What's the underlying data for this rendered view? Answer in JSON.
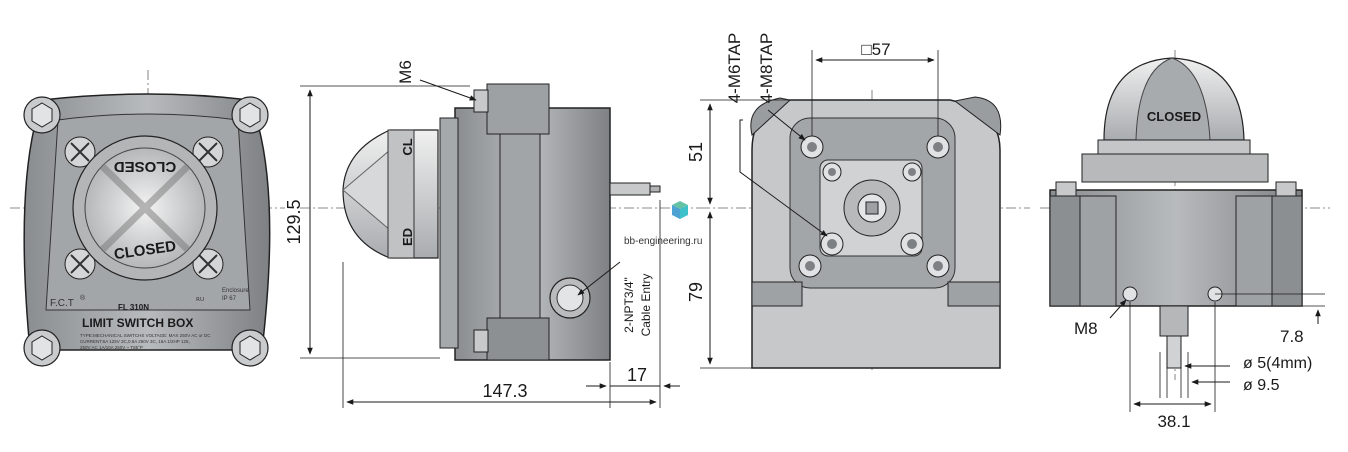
{
  "views": {
    "front": {
      "dome_text_top": "CLOSED",
      "dome_text_bottom": "CLOSED",
      "brand": "F.C.T",
      "brand_mark": "®",
      "model": "FL   310N",
      "enclosure": "Enclosure",
      "ip_rating": "IP 67",
      "title": "LIMIT SWITCH BOX",
      "spec_line1": "TYPE:MECHANICAL SWITCHS    VOLTAGE: MAX 250V AC or DC",
      "spec_line2": "CURRENT:6A 125V 3C,0.6A 250V 3C, 16A 1/2HP 125,",
      "spec_line3": "250V AC 1A/10A 250V ~ T85°P"
    },
    "side": {
      "dim_height": "129.5",
      "dim_length": "147.3",
      "dim_shaft": "17",
      "thread_label": "M6",
      "dome_cl": "CL",
      "dome_ed": "ED",
      "cable_entry_1": "2-NPT3/4\"",
      "cable_entry_2": "Cable Entry",
      "watermark": "bb-engineering.ru"
    },
    "bottom": {
      "tap1": "4-M6TAP",
      "tap2": "4-M8TAP",
      "square": "□57",
      "dim_upper": "51",
      "dim_lower": "79"
    },
    "rear": {
      "dome_text": "CLOSED",
      "thread": "M8",
      "dim_offset": "7.8",
      "dim_shaft_dia": "ø 5(4mm)",
      "dim_dia": "ø 9.5",
      "dim_spacing": "38.1"
    }
  }
}
